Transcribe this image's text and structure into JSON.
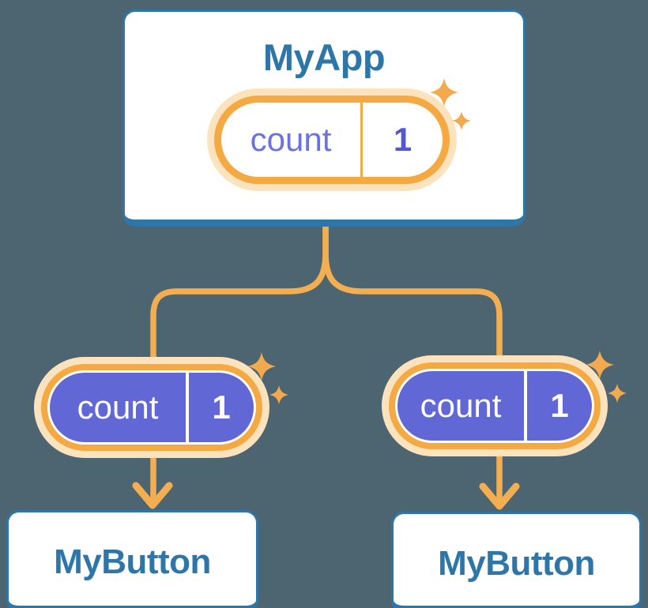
{
  "diagram": {
    "background_color": "#4d6570",
    "accent_orange": "#f4ae52",
    "accent_blue": "#2e76a8",
    "accent_purple": "#6167d4",
    "root": {
      "title": "MyApp",
      "pill": {
        "label": "count",
        "value": "1"
      }
    },
    "children": [
      {
        "title": "MyButton",
        "pill": {
          "label": "count",
          "value": "1"
        }
      },
      {
        "title": "MyButton",
        "pill": {
          "label": "count",
          "value": "1"
        }
      }
    ]
  }
}
